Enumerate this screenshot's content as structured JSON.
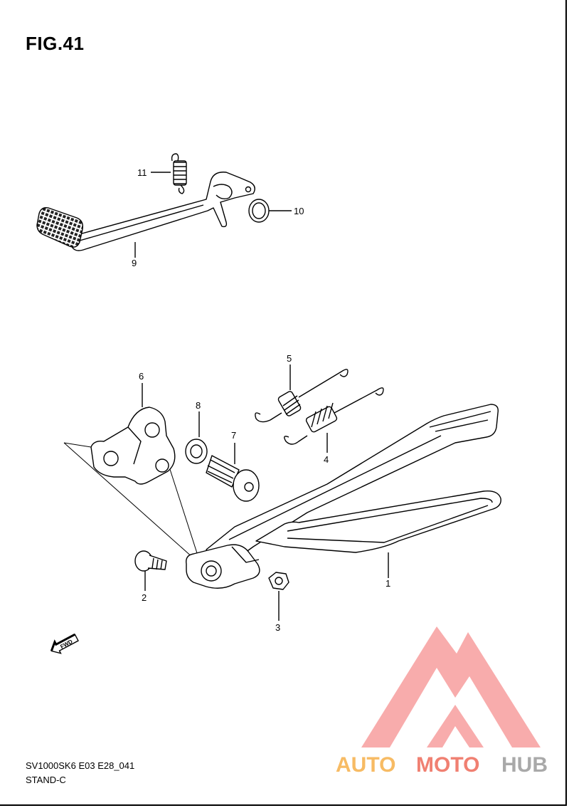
{
  "figure": {
    "title": "FIG.41"
  },
  "footer": {
    "code": "SV1000SK6 E03 E28_041",
    "name": "STAND-C"
  },
  "fwd_label": "FWD",
  "callouts": [
    "1",
    "2",
    "3",
    "4",
    "5",
    "6",
    "7",
    "8",
    "9",
    "10",
    "11"
  ],
  "watermark": {
    "auto": "AUTO",
    "moto": "MOTO",
    "hub": "HUB",
    "colors": {
      "mark": "#f25c5c",
      "auto": "#f6b04a",
      "moto": "#ee6a5a",
      "hub": "#9b9b9b"
    }
  }
}
